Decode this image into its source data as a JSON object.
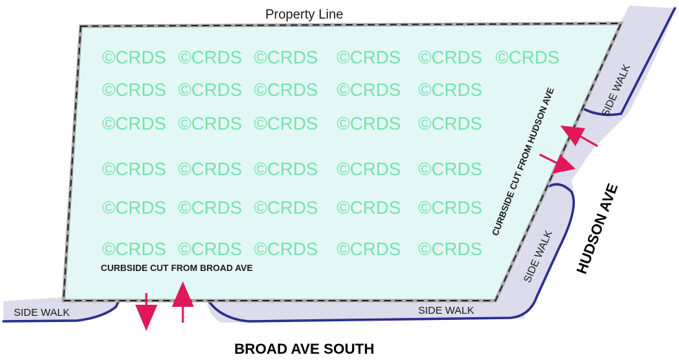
{
  "diagram": {
    "property_line_label": "Property Line",
    "curbside_broad_label": "CURBSIDE CUT FROM BROAD AVE",
    "curbside_hudson_label": "CURBSIDE CUT FROM HUDSON AVE",
    "sidewalk_label": "SIDE WALK",
    "street_broad": "BROAD AVE SOUTH",
    "street_hudson": "HUDSON AVE",
    "watermark": "©CRDS"
  },
  "colors": {
    "lot_fill": "#e3f7f6",
    "sidewalk_fill": "#dcdcec",
    "curb_line": "#2b2f8e",
    "arrow": "#e0185a",
    "watermark": "#74e3aa",
    "property_line": "#222222"
  }
}
